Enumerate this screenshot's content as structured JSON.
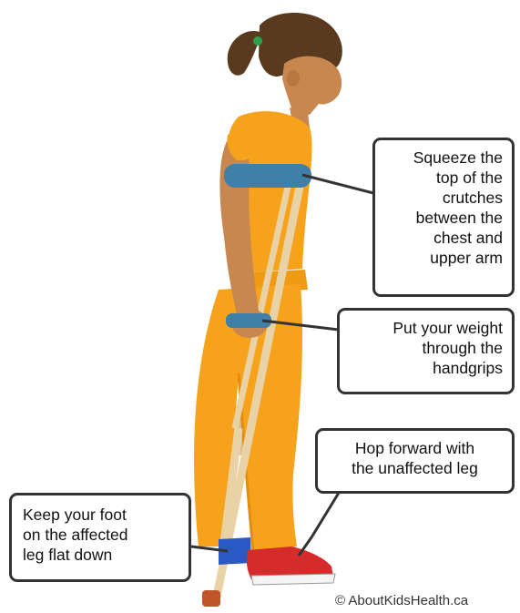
{
  "callouts": {
    "squeeze": "Squeeze the\ntop of the\ncrutches\nbetween the\nchest and\nupper arm",
    "weight": "Put your weight\nthrough the\nhandgrips",
    "hop": "Hop forward with\nthe unaffected leg",
    "foot": "Keep your foot\non the affected\nleg flat down"
  },
  "credit": "© AboutKidsHealth.ca",
  "colors": {
    "skin": "#c8874f",
    "hair": "#5a3a1e",
    "clothing": "#f7a21b",
    "crutch": "#e9d3a6",
    "crutch_pad": "#3f7fa8",
    "shoe_red": "#d52b2b",
    "sock_blue": "#2b59c4",
    "outline": "#333333"
  }
}
